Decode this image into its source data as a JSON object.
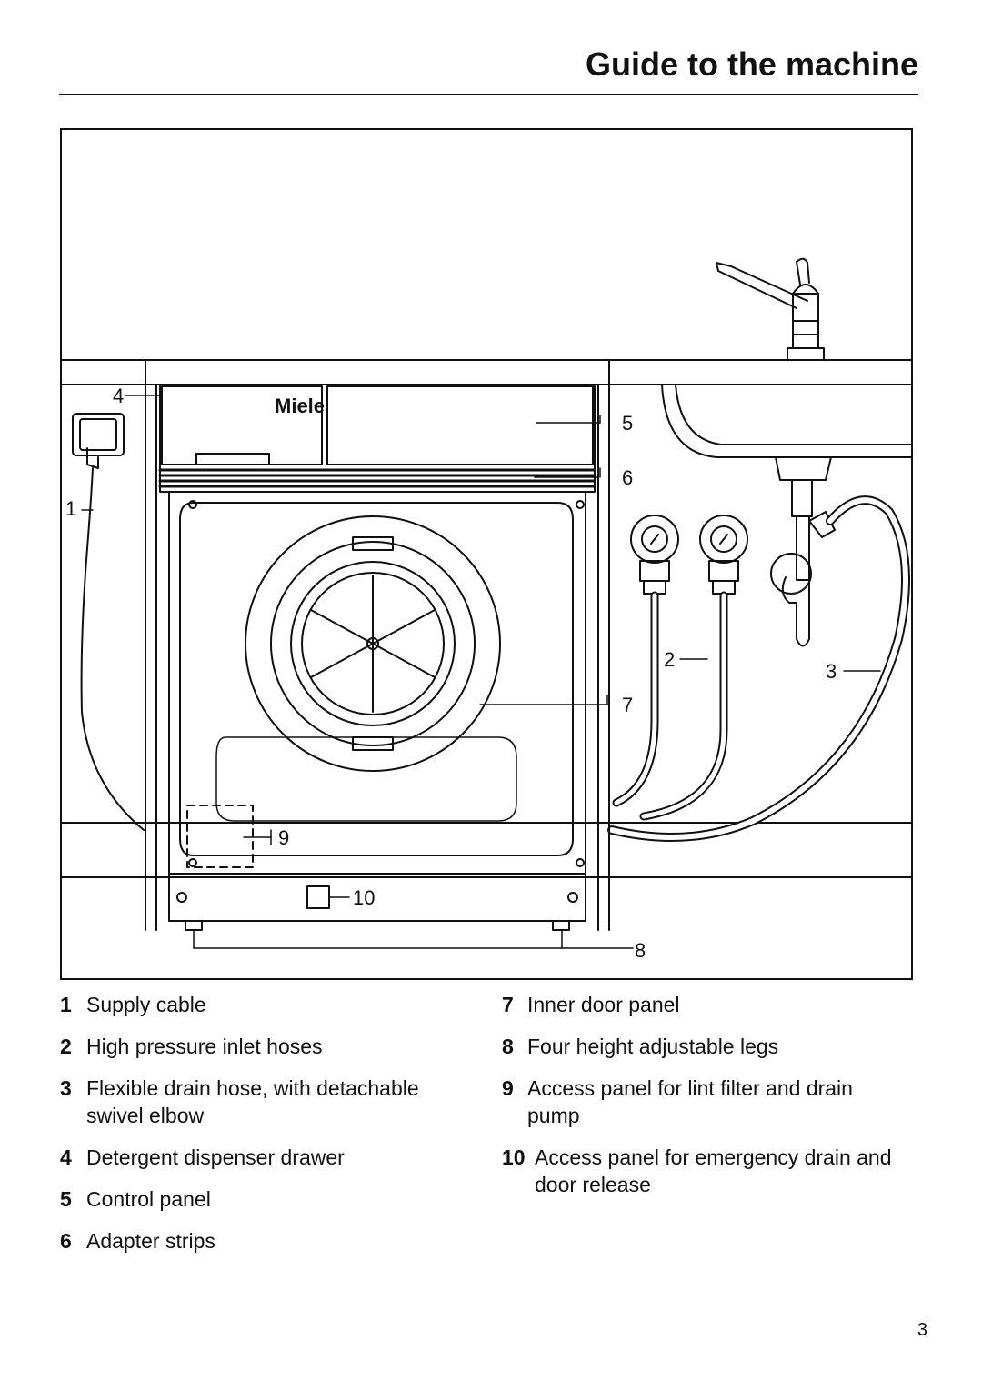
{
  "header": {
    "title": "Guide to the machine"
  },
  "figure": {
    "brand": "Miele",
    "callouts": [
      "1",
      "2",
      "3",
      "4",
      "5",
      "6",
      "7",
      "8",
      "9",
      "10"
    ]
  },
  "legend": {
    "left": [
      {
        "num": "1",
        "text": "Supply cable"
      },
      {
        "num": "2",
        "text": "High pressure inlet hoses"
      },
      {
        "num": "3",
        "text": "Flexible drain hose, with detachable swivel elbow"
      },
      {
        "num": "4",
        "text": "Detergent dispenser drawer"
      },
      {
        "num": "5",
        "text": "Control panel"
      },
      {
        "num": "6",
        "text": "Adapter strips"
      }
    ],
    "right": [
      {
        "num": "7",
        "text": "Inner door panel"
      },
      {
        "num": "8",
        "text": "Four height adjustable legs"
      },
      {
        "num": "9",
        "text": "Access panel for lint filter and drain pump"
      },
      {
        "num": "10",
        "text": "Access panel for emergency drain and door release"
      }
    ]
  },
  "footer": {
    "page_number": "3"
  }
}
